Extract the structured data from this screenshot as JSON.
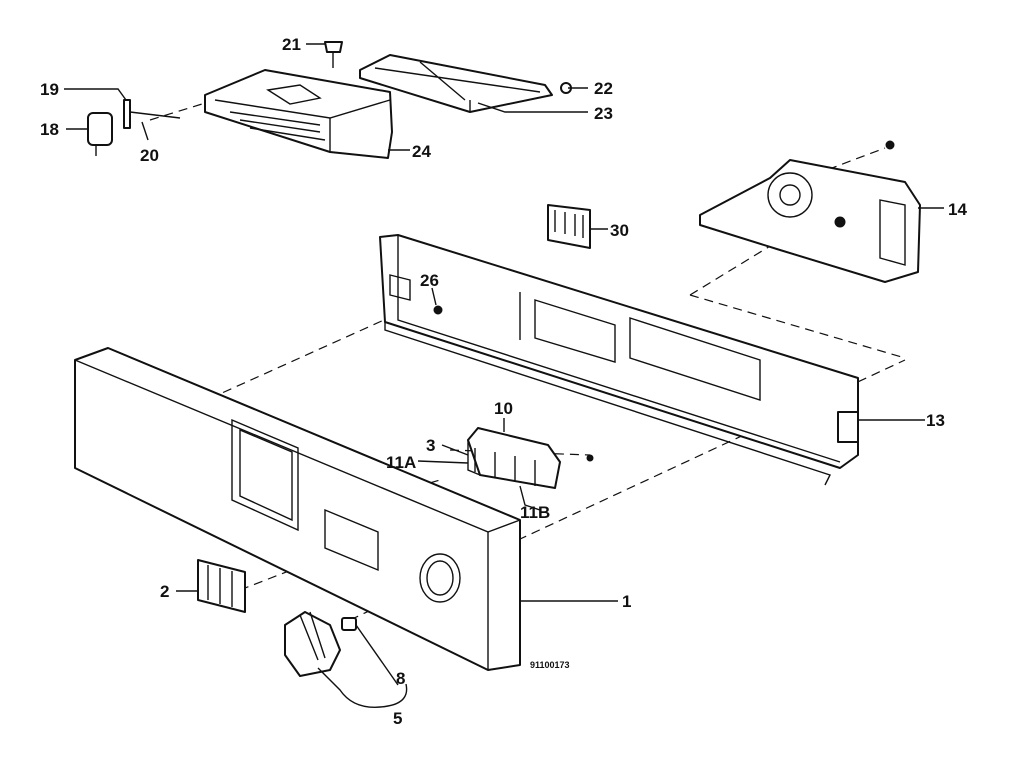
{
  "diagram": {
    "part_labels": [
      "21",
      "22",
      "23",
      "19",
      "18",
      "20",
      "24",
      "14",
      "30",
      "26",
      "13",
      "10",
      "3",
      "11A",
      "11B",
      "2",
      "1",
      "8",
      "5"
    ],
    "drawing_number": "91100173"
  }
}
